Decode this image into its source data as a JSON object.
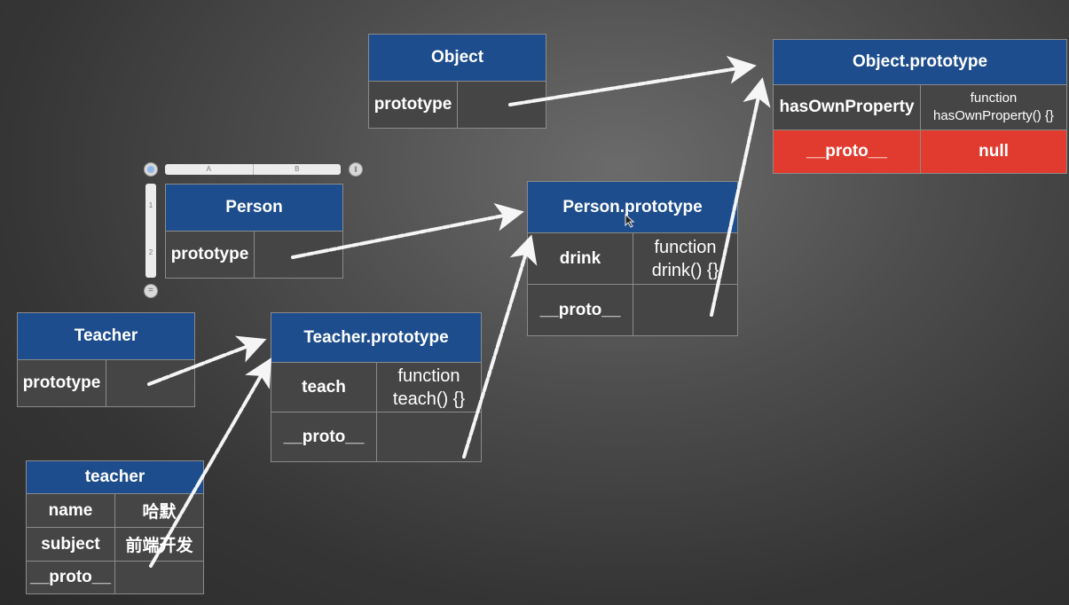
{
  "tables": {
    "object": {
      "title": "Object",
      "rows": [
        [
          "prototype",
          ""
        ]
      ]
    },
    "object_prototype": {
      "title": "Object.prototype",
      "rows": [
        [
          "hasOwnProperty",
          "function hasOwnProperty() {}"
        ],
        [
          "__proto__",
          "null"
        ]
      ]
    },
    "person": {
      "title": "Person",
      "rows": [
        [
          "prototype",
          ""
        ]
      ]
    },
    "person_prototype": {
      "title": "Person.prototype",
      "rows": [
        [
          "drink",
          "function drink() {}"
        ],
        [
          "__proto__",
          ""
        ]
      ]
    },
    "teacher": {
      "title": "Teacher",
      "rows": [
        [
          "prototype",
          ""
        ]
      ]
    },
    "teacher_prototype": {
      "title": "Teacher.prototype",
      "rows": [
        [
          "teach",
          "function teach() {}"
        ],
        [
          "__proto__",
          ""
        ]
      ]
    },
    "teacher_instance": {
      "title": "teacher",
      "rows": [
        [
          "name",
          "哈默"
        ],
        [
          "subject",
          "前端开发"
        ],
        [
          "__proto__",
          ""
        ]
      ]
    }
  },
  "editor_handles": {
    "col_a": "A",
    "col_b": "B",
    "row_1": "1",
    "row_2": "2"
  },
  "colors": {
    "header": "#1d4d8c",
    "cell": "#454545",
    "null_row": "#e03b2e",
    "arrow": "#ffffff"
  }
}
